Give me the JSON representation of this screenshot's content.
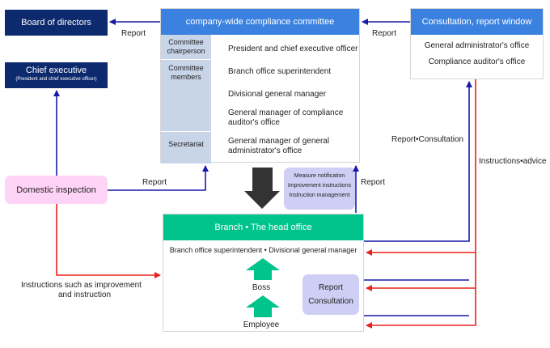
{
  "board": {
    "label": "Board of directors"
  },
  "chief": {
    "label": "Chief executive",
    "sub": "(President and chief executive officer)"
  },
  "committee": {
    "header": "company-wide compliance committee",
    "rows": [
      {
        "role": "Committee chairperson",
        "members": [
          "President and chief executive officer"
        ]
      },
      {
        "role": "Committee members",
        "members": [
          "Branch office superintendent",
          "Divisional general manager",
          "General manager of compliance auditor's office"
        ]
      },
      {
        "role": "Secretariat",
        "members": [
          "General manager of general administrator's office"
        ]
      }
    ]
  },
  "consult": {
    "header": "Consultation, report window",
    "line1": "General administrator's office",
    "line2": "Compliance auditor's office"
  },
  "inspection": {
    "label": "Domestic inspection"
  },
  "measures": {
    "line1": "Measure notification",
    "line2": "Improvement instructions",
    "line3": "Instruction management"
  },
  "branch": {
    "header": "Branch • The head office",
    "sub": "Branch office superintendent • Divisional general manager",
    "boss": "Boss",
    "employee": "Employee",
    "report_box1": "Report",
    "report_box2": "Consultation"
  },
  "labels": {
    "report_top_left": "Report",
    "report_top_right": "Report",
    "report_inspection": "Report",
    "report_branch_up": "Report",
    "report_consultation": "Report•Consultation",
    "instructions_advice": "Instructions•advice",
    "instructions_improvement_1": "Instructions such as improvement",
    "instructions_improvement_2": "and instruction"
  },
  "colors": {
    "navy": "#0d2a6e",
    "blue_header": "#3b82e0",
    "green": "#00c48c",
    "pink": "#ffd3f5",
    "lavender": "#cfcff5",
    "arrow_blue": "#1a1aa8",
    "arrow_red": "#e8221c"
  }
}
